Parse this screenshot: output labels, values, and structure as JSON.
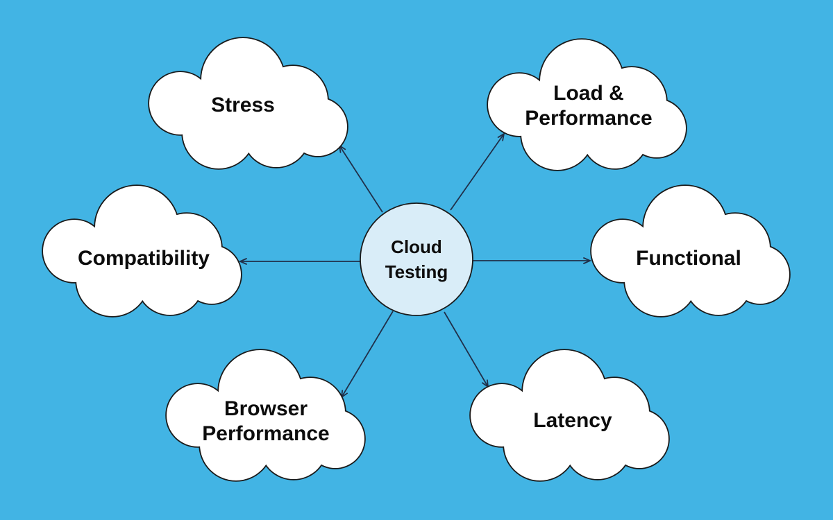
{
  "diagram": {
    "title": "Cloud Testing",
    "center": {
      "id": "cloud-testing",
      "lines": [
        "Cloud",
        "Testing"
      ]
    },
    "nodes": [
      {
        "id": "stress",
        "label": "Stress",
        "lines": [
          "Stress"
        ]
      },
      {
        "id": "load-performance",
        "label": "Load & Performance",
        "lines": [
          "Load &",
          "Performance"
        ]
      },
      {
        "id": "compatibility",
        "label": "Compatibility",
        "lines": [
          "Compatibility"
        ]
      },
      {
        "id": "functional",
        "label": "Functional",
        "lines": [
          "Functional"
        ]
      },
      {
        "id": "browser-performance",
        "label": "Browser Performance",
        "lines": [
          "Browser",
          "Performance"
        ]
      },
      {
        "id": "latency",
        "label": "Latency",
        "lines": [
          "Latency"
        ]
      }
    ],
    "edges": [
      {
        "from": "cloud-testing",
        "to": "stress",
        "arrowhead": "at-node"
      },
      {
        "from": "cloud-testing",
        "to": "load-performance",
        "arrowhead": "at-node"
      },
      {
        "from": "cloud-testing",
        "to": "compatibility",
        "arrowhead": "at-node"
      },
      {
        "from": "cloud-testing",
        "to": "functional",
        "arrowhead": "at-node"
      },
      {
        "from": "cloud-testing",
        "to": "browser-performance",
        "arrowhead": "at-node"
      },
      {
        "from": "cloud-testing",
        "to": "latency",
        "arrowhead": "at-node"
      }
    ],
    "colors": {
      "background": "#42b4e4",
      "cloud_fill": "#ffffff",
      "cloud_stroke": "#1a1a1a",
      "center_fill": "#d9edf8",
      "center_stroke": "#1a1a1a",
      "label_text": "#0c0c0c",
      "arrow": "#20304a"
    }
  }
}
